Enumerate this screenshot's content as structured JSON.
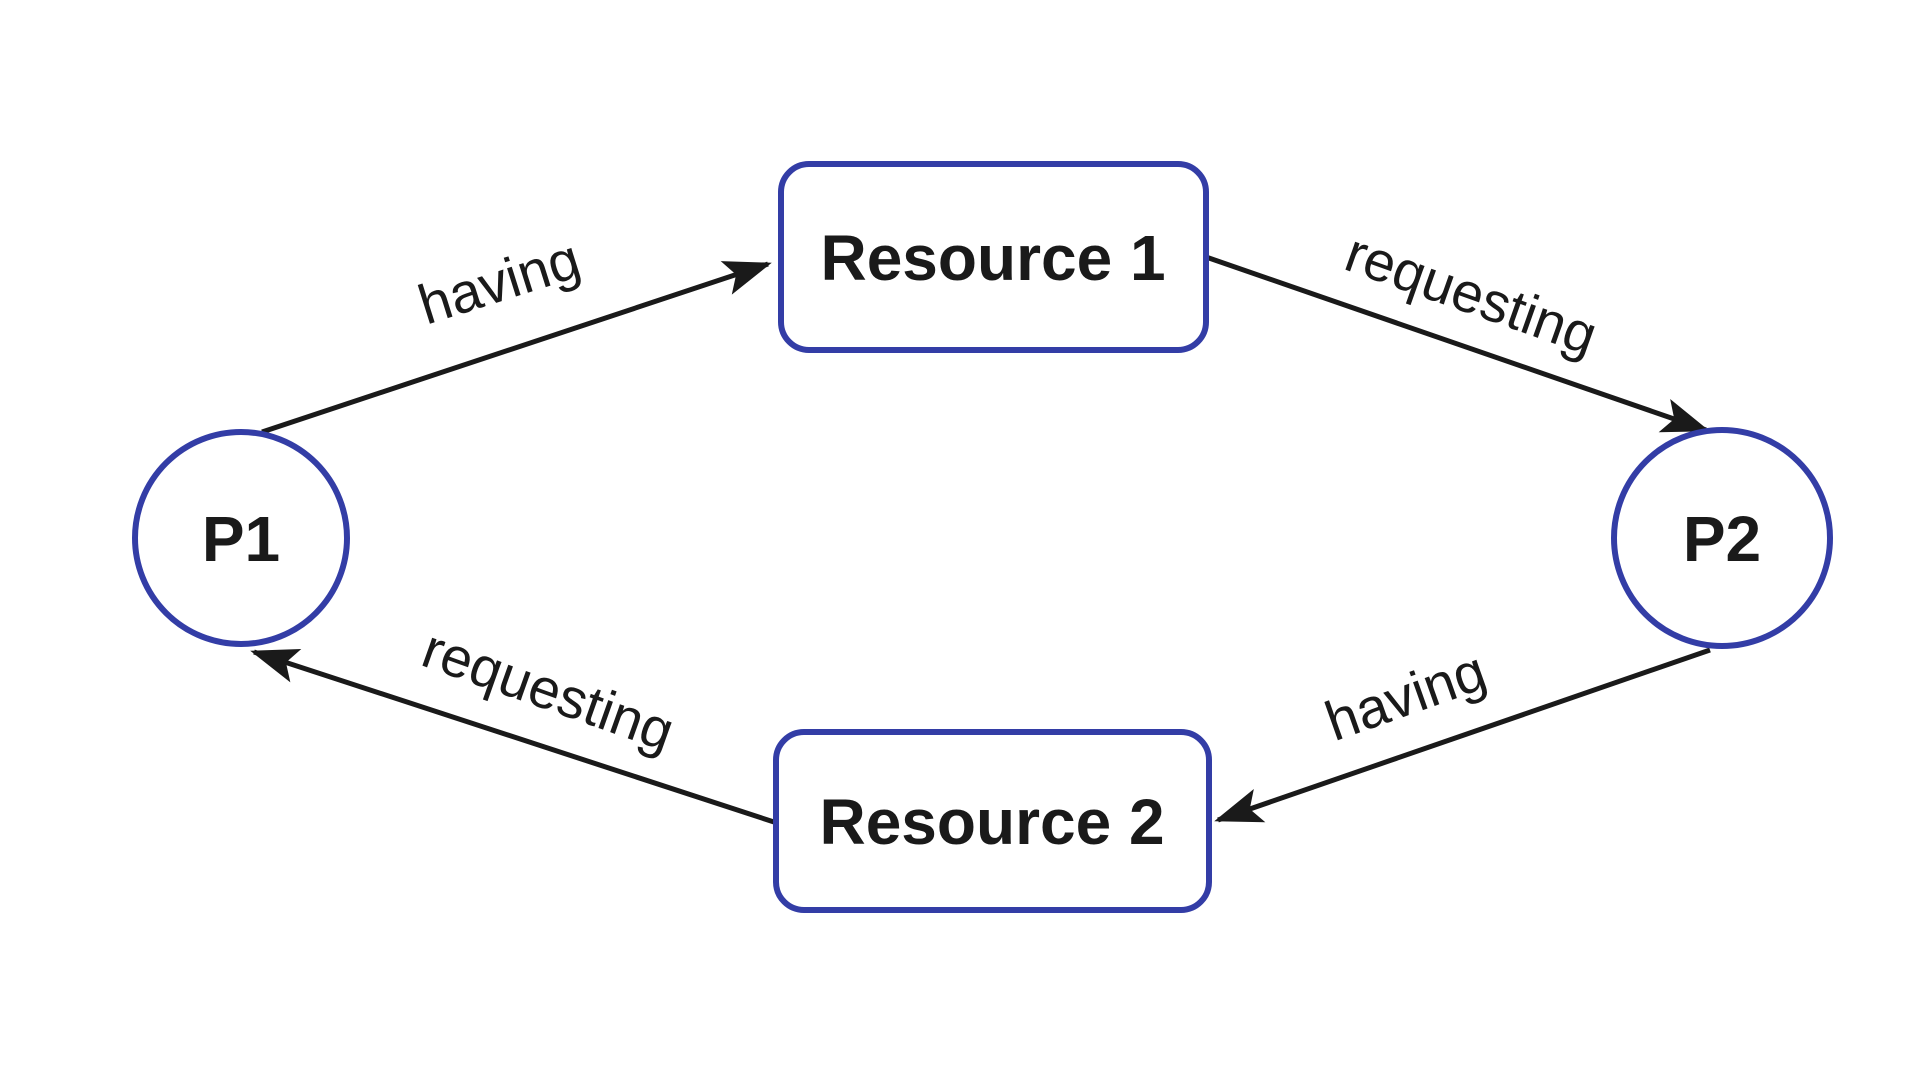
{
  "diagram": {
    "type": "resource-allocation-graph",
    "background": "#ffffff",
    "colors": {
      "node_border": "#333da6",
      "node_fill": "#ffffff",
      "edge": "#1a1a1a",
      "text": "#1a1a1a"
    },
    "nodes": [
      {
        "id": "p1",
        "label": "P1",
        "shape": "circle"
      },
      {
        "id": "p2",
        "label": "P2",
        "shape": "circle"
      },
      {
        "id": "r1",
        "label": "Resource 1",
        "shape": "rounded-rect"
      },
      {
        "id": "r2",
        "label": "Resource 2",
        "shape": "rounded-rect"
      }
    ],
    "edges": [
      {
        "from": "p1",
        "to": "r1",
        "label": "having"
      },
      {
        "from": "r1",
        "to": "p2",
        "label": "requesting"
      },
      {
        "from": "p2",
        "to": "r2",
        "label": "having"
      },
      {
        "from": "r2",
        "to": "p1",
        "label": "requesting"
      }
    ]
  }
}
